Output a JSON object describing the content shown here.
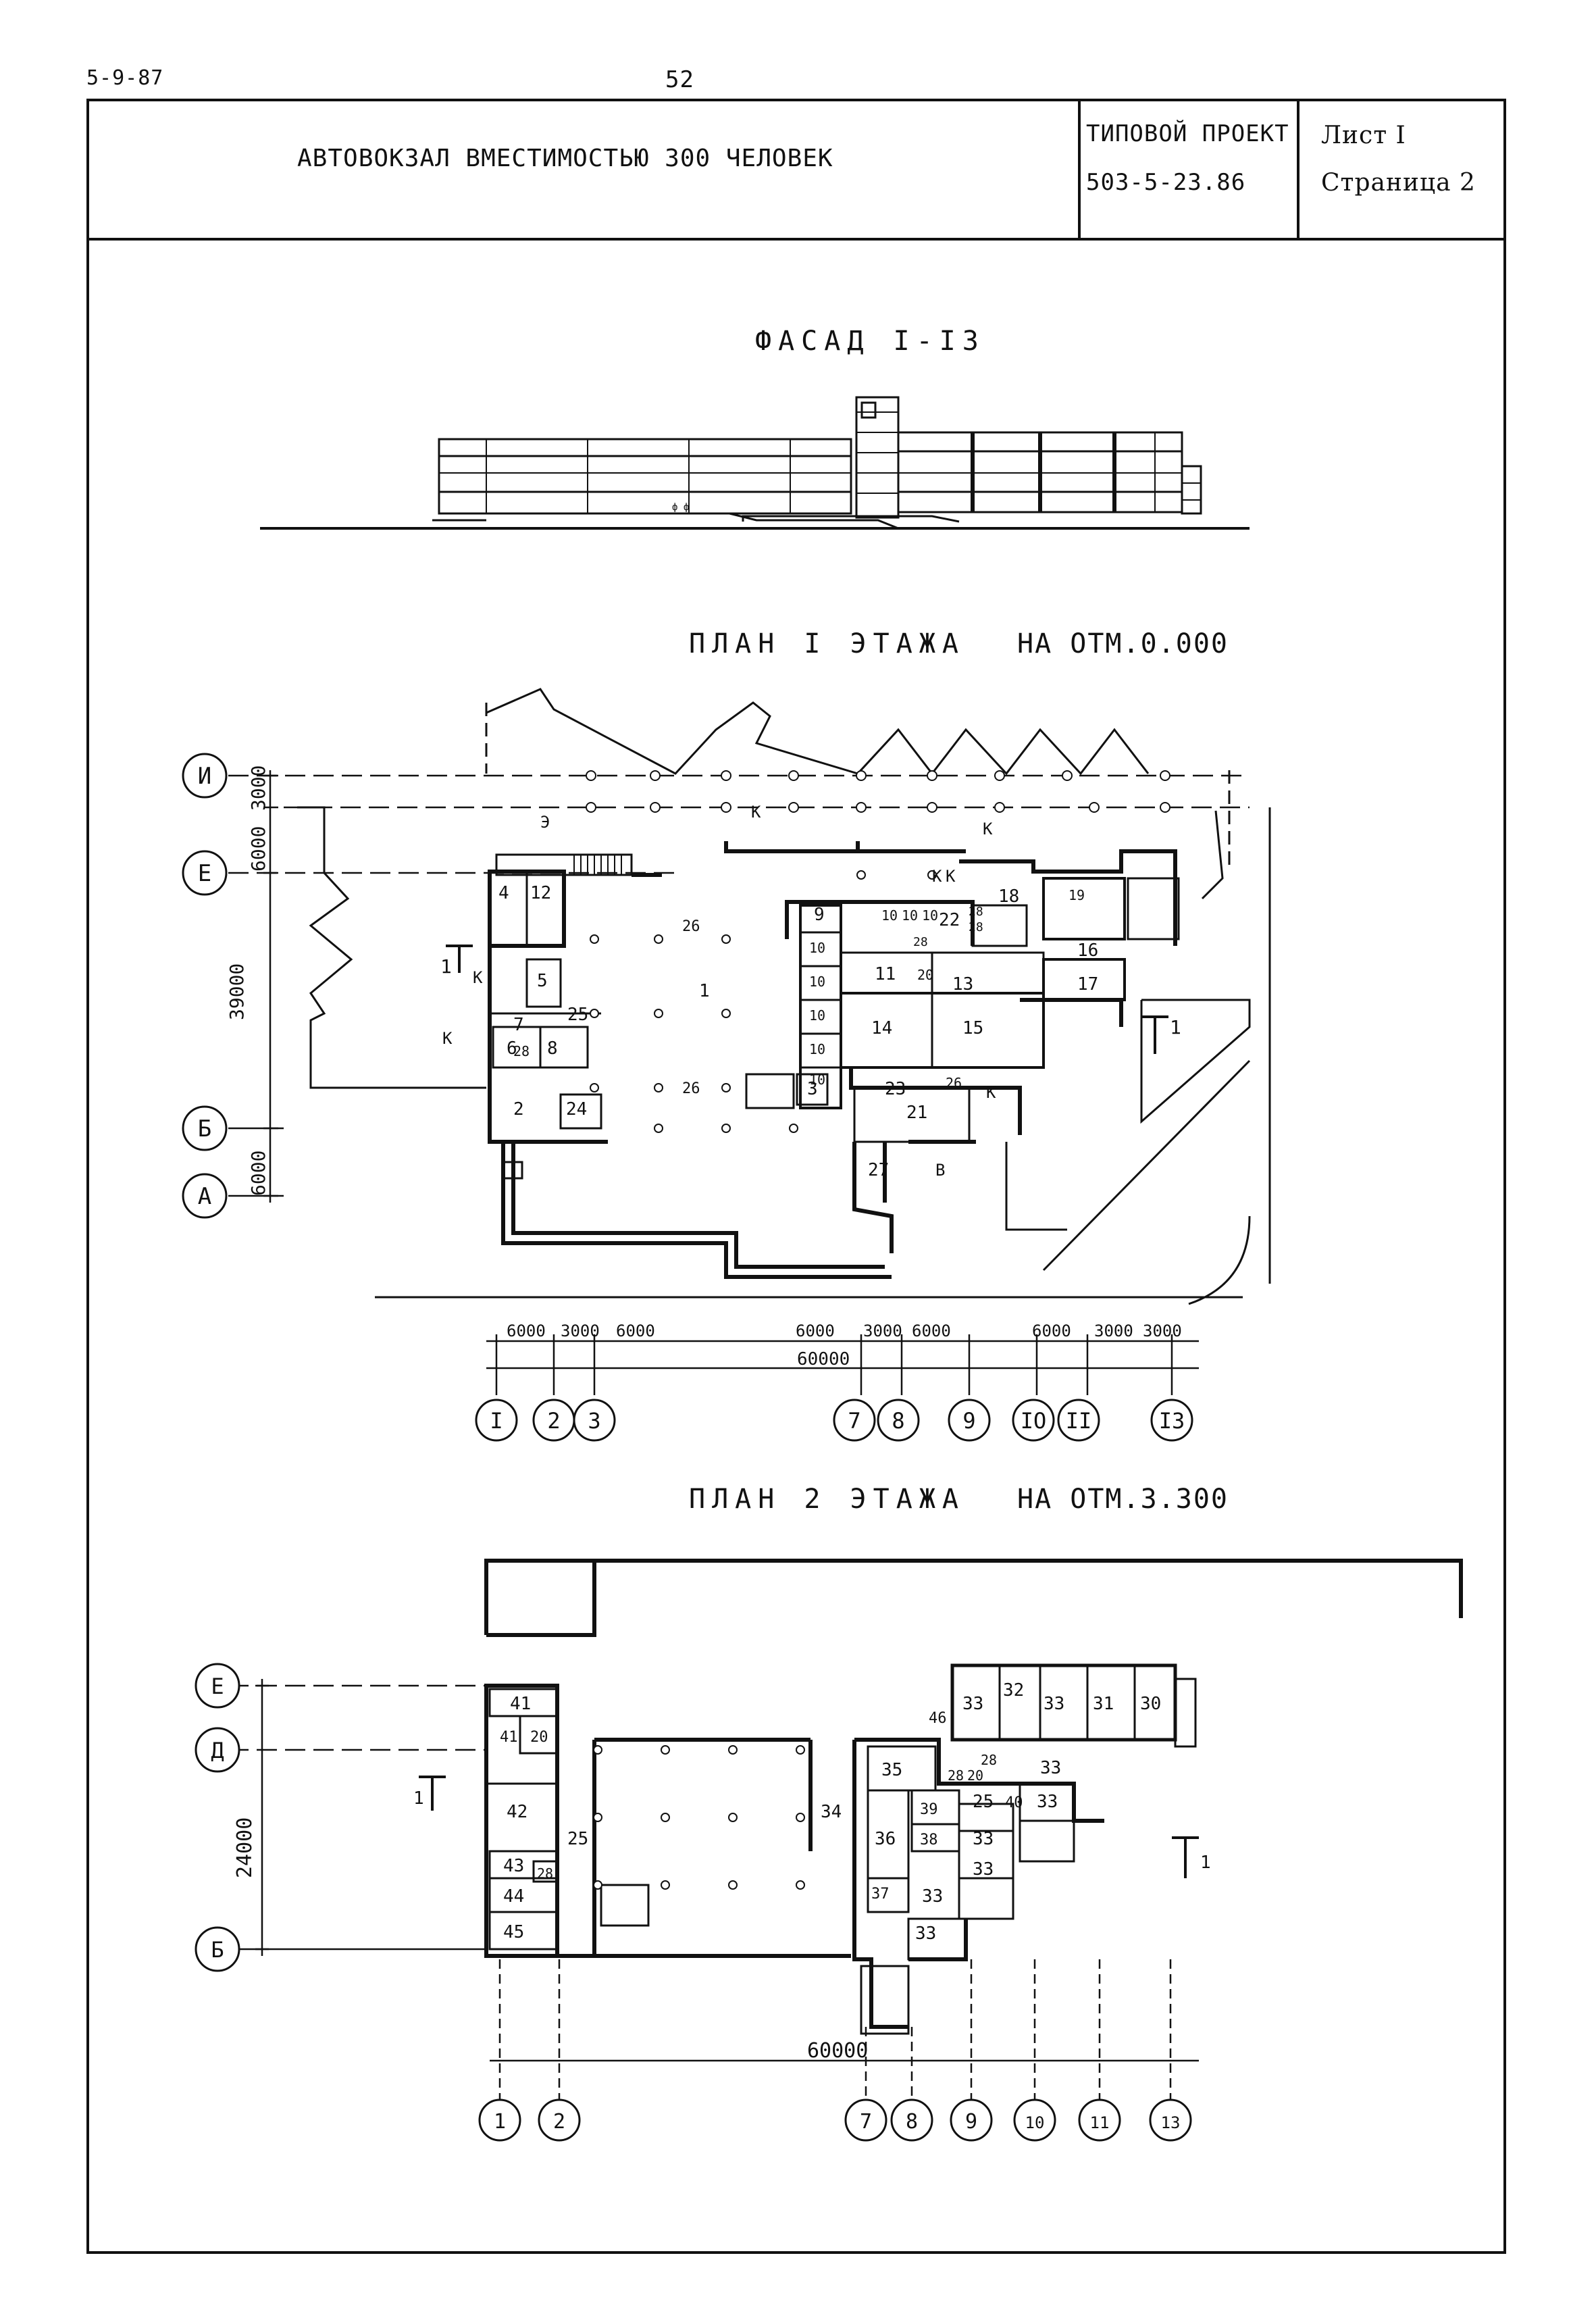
{
  "sheet": {
    "code": "5-9-87",
    "page_number": "52",
    "title": "АВТОВОКЗАЛ ВМЕСТИМОСТЬЮ 300 ЧЕЛОВЕК",
    "project_type": "ТИПОВОЙ ПРОЕКТ",
    "project_number": "503-5-23.86",
    "sheet_label": "Лист I",
    "page_label": "Страница 2"
  },
  "facade": {
    "title": "ФАСАД I-I3",
    "sign_text": "ф ф"
  },
  "plan1": {
    "title": "ПЛАН I ЭТАЖА",
    "elevation": "НА ОТМ.0.000",
    "row_axes": [
      "И",
      "Е",
      "Б",
      "А"
    ],
    "left_dims": [
      "3000",
      "6000",
      "39000",
      "6000"
    ],
    "col_axes": [
      "I",
      "2",
      "3",
      "7",
      "8",
      "9",
      "IO",
      "II",
      "I3"
    ],
    "bottom_dims": [
      "6000",
      "3000",
      "6000",
      "6000",
      "3000",
      "6000",
      "6000",
      "3000",
      "3000"
    ],
    "total_dim": "60000",
    "rooms": [
      "1",
      "2",
      "3",
      "4",
      "5",
      "6",
      "7",
      "8",
      "9",
      "10",
      "10",
      "10",
      "10",
      "10",
      "10",
      "10",
      "10",
      "11",
      "12",
      "13",
      "14",
      "15",
      "16",
      "17",
      "18",
      "19",
      "20",
      "21",
      "22",
      "23",
      "24",
      "25",
      "26",
      "26",
      "26",
      "27",
      "28",
      "28",
      "28",
      "28"
    ],
    "entry_marks": [
      "Э",
      "К",
      "К",
      "К",
      "К",
      "К",
      "К",
      "К",
      "В",
      "1",
      "1"
    ]
  },
  "plan2": {
    "title": "ПЛАН 2 ЭТАЖА",
    "elevation": "НА ОТМ.3.300",
    "row_axes": [
      "Е",
      "Д",
      "Б"
    ],
    "left_dim": "24000",
    "col_axes": [
      "1",
      "2",
      "7",
      "8",
      "9",
      "10",
      "11",
      "13"
    ],
    "total_dim": "60000",
    "rooms": [
      "41",
      "41",
      "20",
      "42",
      "25",
      "43",
      "28",
      "44",
      "45",
      "34",
      "35",
      "36",
      "37",
      "38",
      "39",
      "46",
      "33",
      "32",
      "33",
      "31",
      "30",
      "28",
      "28",
      "20",
      "33",
      "25",
      "40",
      "33",
      "33",
      "33",
      "33",
      "33"
    ],
    "section_marks": [
      "1",
      "1"
    ]
  }
}
